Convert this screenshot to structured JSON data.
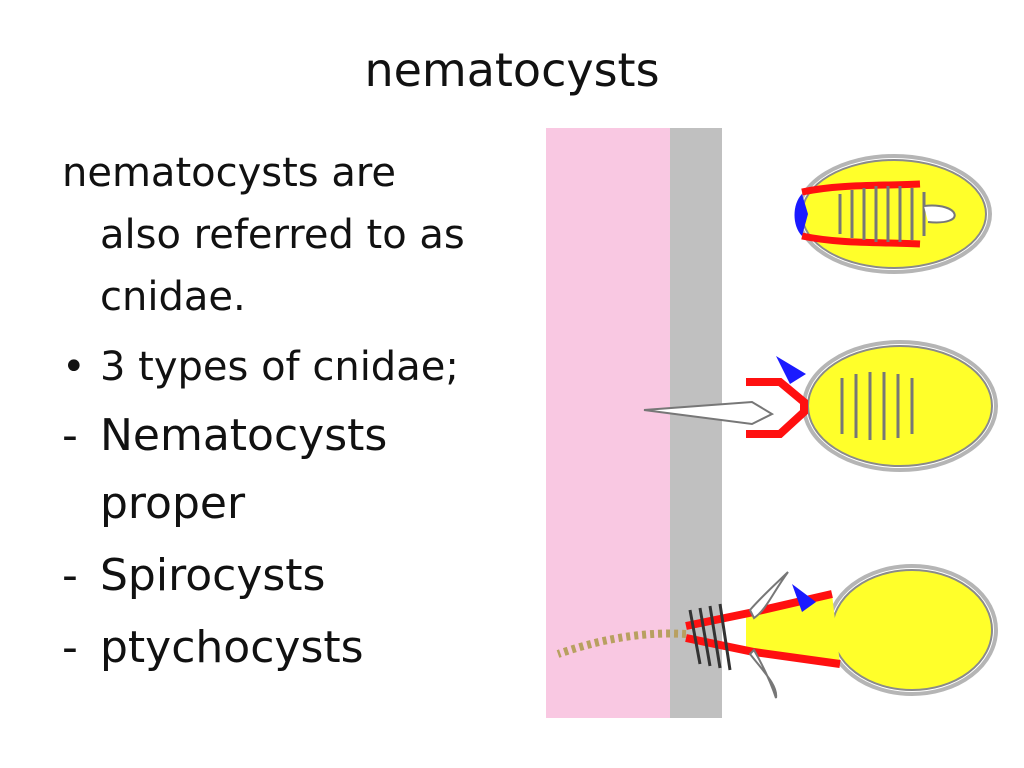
{
  "title": "nematocysts",
  "intro": {
    "line1": "nematocysts are",
    "line2": "also referred to as",
    "line3": "cnidae."
  },
  "bullet": {
    "marker": "•",
    "text": "3 types of cnidae;"
  },
  "types": [
    {
      "marker": "-",
      "line1": "Nematocysts",
      "line2": "proper"
    },
    {
      "marker": "-",
      "line1": "Spirocysts"
    },
    {
      "marker": "-",
      "line1": "ptychocysts"
    }
  ],
  "colors": {
    "tissue_pink": "#f9c8e2",
    "membrane_gray": "#c0c0c0",
    "capsule_yellow": "#ffff2a",
    "thread_red": "#ff1010",
    "operculum_blue": "#1a1aff"
  }
}
